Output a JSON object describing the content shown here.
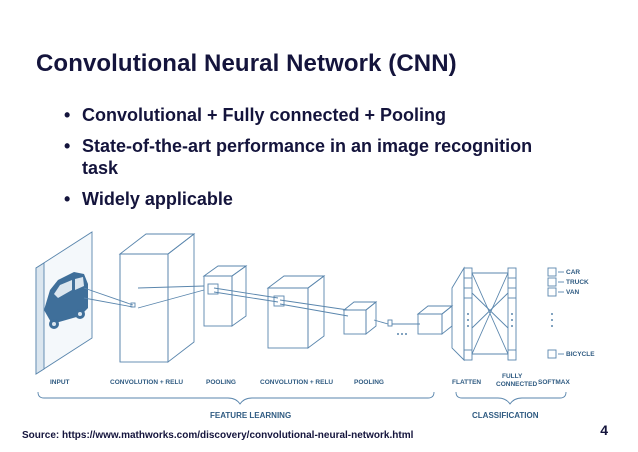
{
  "slide": {
    "title": "Convolutional Neural Network (CNN)",
    "bullets": [
      {
        "marker": "•",
        "text": "Convolutional + Fully connected + Pooling"
      },
      {
        "marker": "•",
        "text": "State-of-the-art performance in an image recognition task"
      },
      {
        "marker": "•",
        "text": "Widely applicable"
      }
    ],
    "source": "Source: https://www.mathworks.com/discovery/convolutional-neural-network.html",
    "page_number": "4"
  },
  "diagram": {
    "layer_labels": {
      "input": "INPUT",
      "conv1": "CONVOLUTION + RELU",
      "pool1": "POOLING",
      "conv2": "CONVOLUTION + RELU",
      "pool2": "POOLING",
      "flatten": "FLATTEN",
      "fc_line1": "FULLY",
      "fc_line2": "CONNECTED",
      "softmax": "SOFTMAX"
    },
    "group_labels": {
      "feature_learning": "FEATURE LEARNING",
      "classification": "CLASSIFICATION"
    },
    "output_classes": {
      "car": "CAR",
      "truck": "TRUCK",
      "van": "VAN",
      "bicycle": "BICYCLE"
    },
    "colors": {
      "stroke": "#5a86ad",
      "label": "#2f5b82",
      "car_fill": "#3f6f9a"
    }
  }
}
